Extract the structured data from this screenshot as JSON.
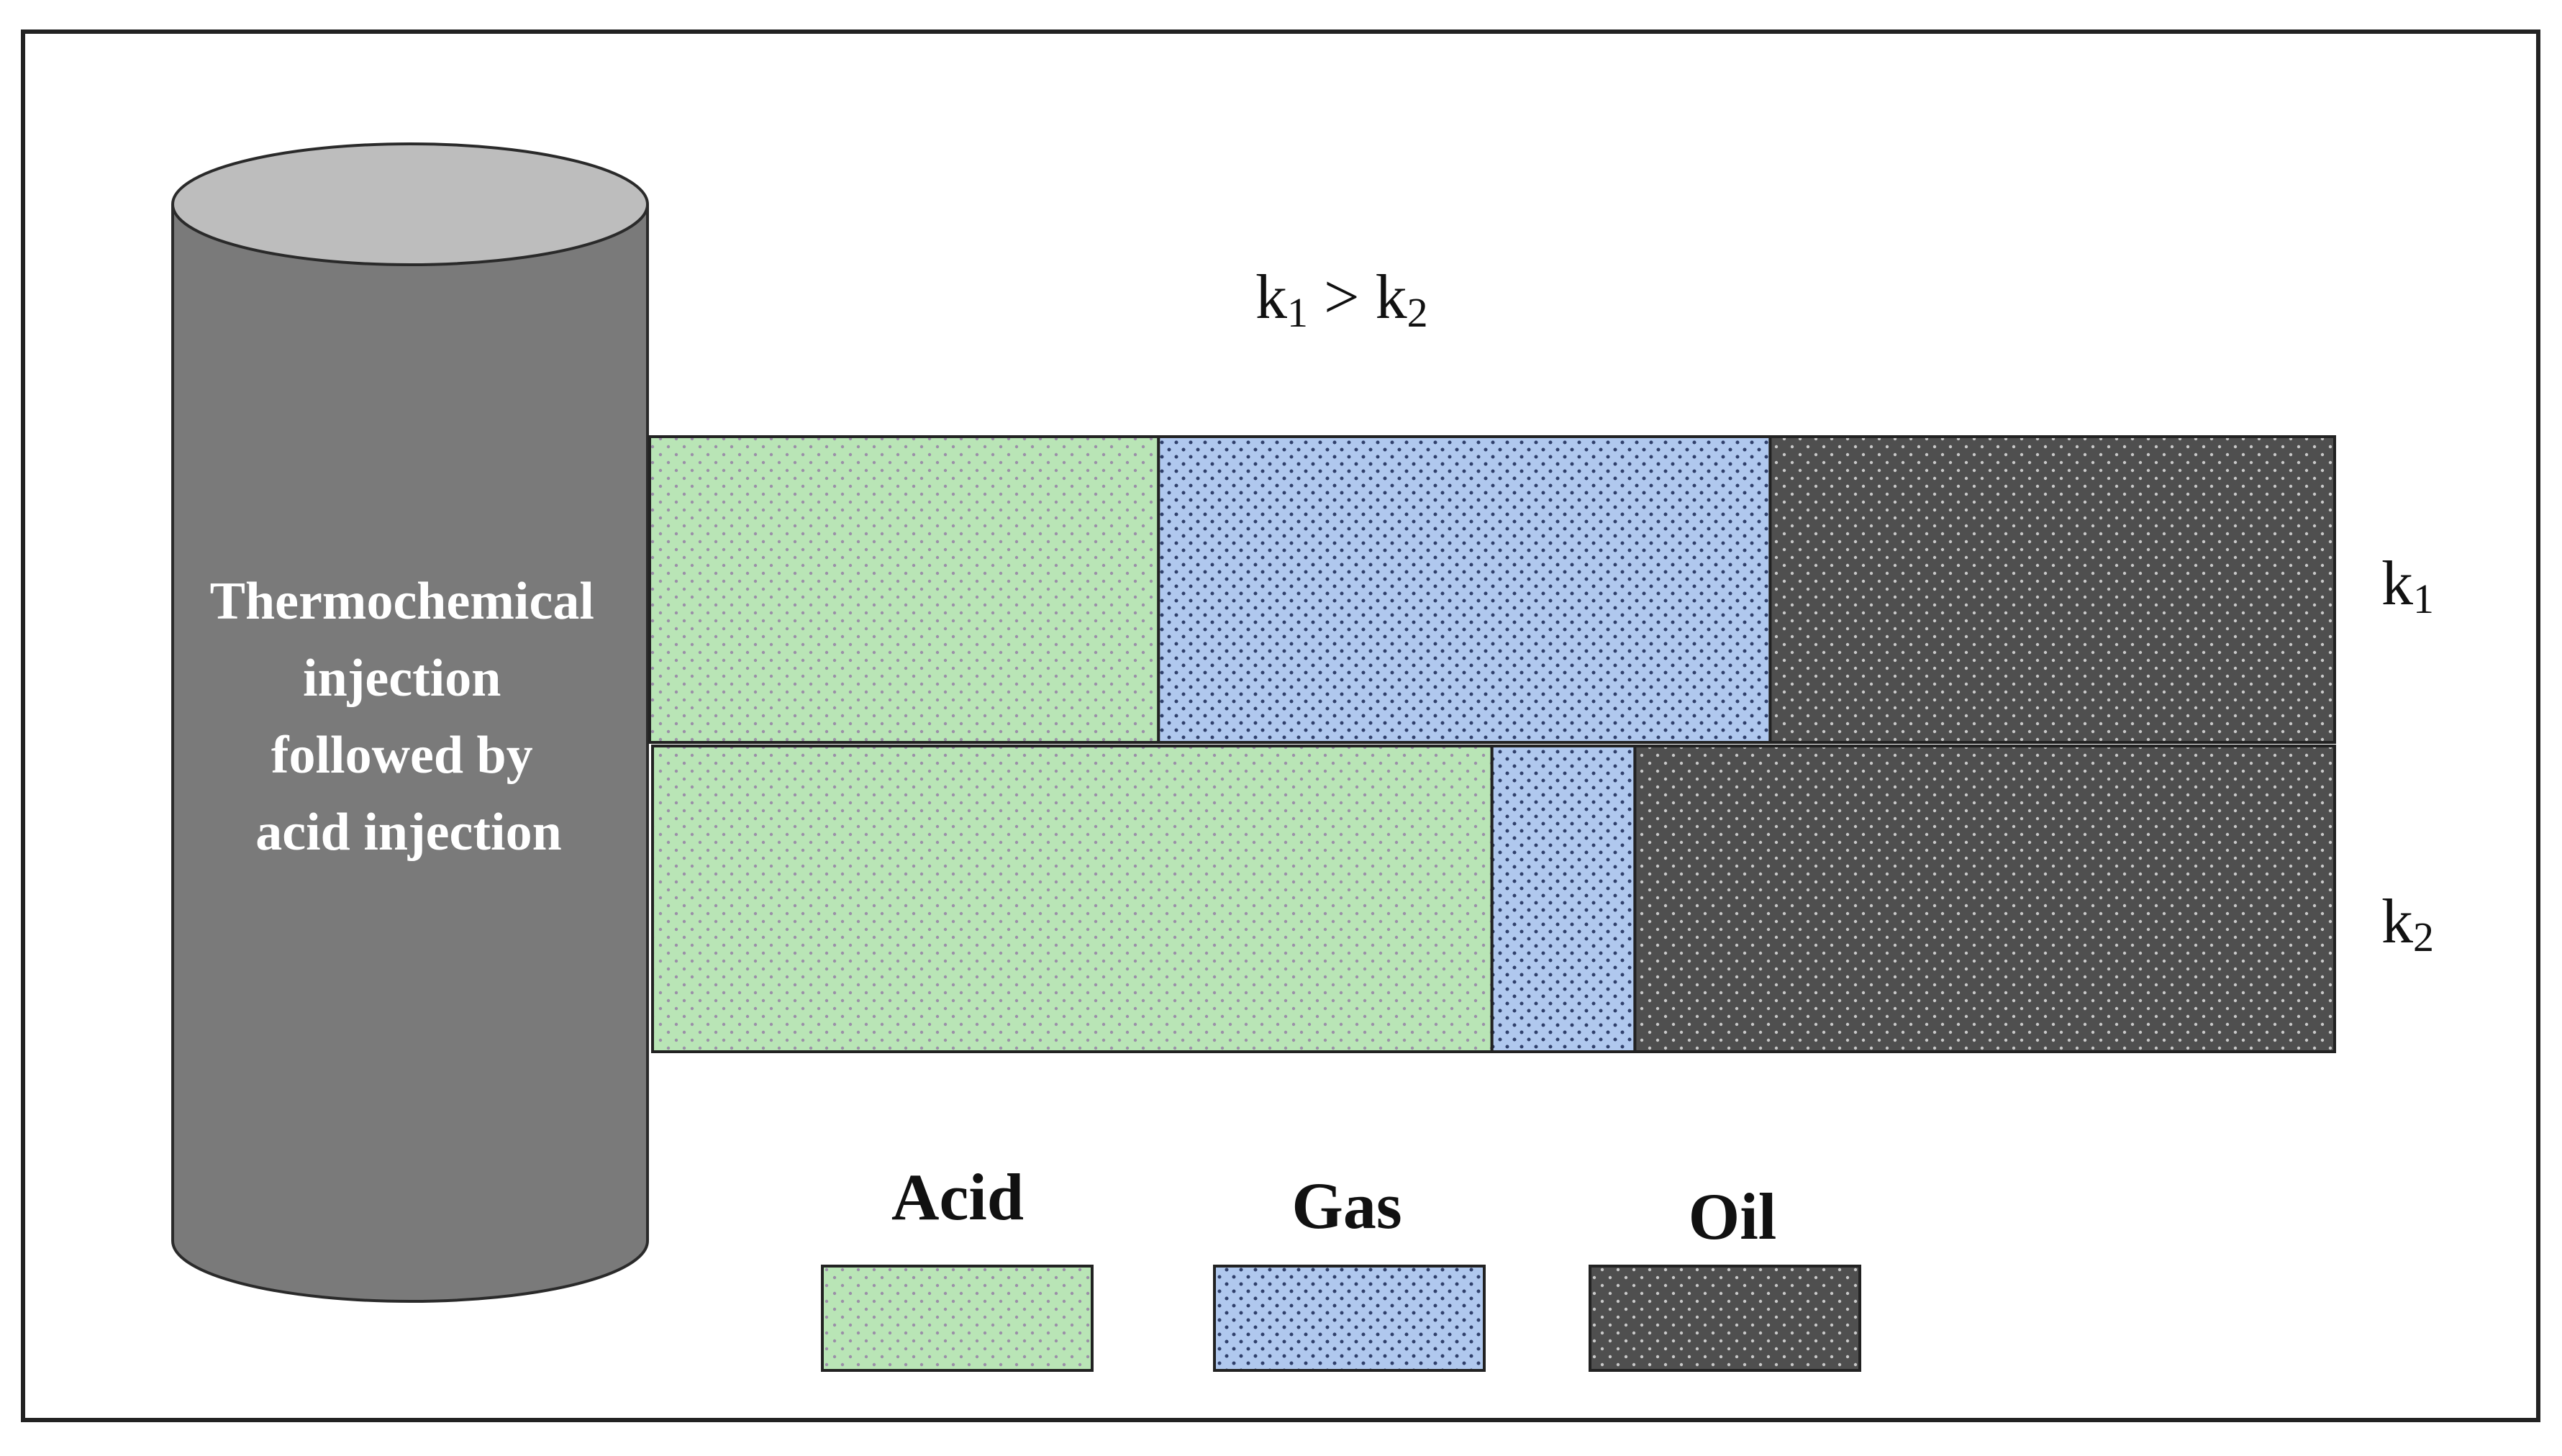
{
  "diagram": {
    "wellbore": {
      "caption_lines": [
        "Thermochemical",
        "injection",
        "followed by",
        "acid injection"
      ]
    },
    "header_relation": {
      "left_base": "k",
      "left_sub": "1",
      "operator": " > ",
      "right_base": "k",
      "right_sub": "2"
    },
    "layers": [
      {
        "label_base": "k",
        "label_sub": "1",
        "segments": [
          {
            "phase": "Acid",
            "fraction": 0.302
          },
          {
            "phase": "Gas",
            "fraction": 0.363
          },
          {
            "phase": "Oil",
            "fraction": 0.335
          }
        ]
      },
      {
        "label_base": "k",
        "label_sub": "2",
        "segments": [
          {
            "phase": "Acid",
            "fraction": 0.499
          },
          {
            "phase": "Gas",
            "fraction": 0.085
          },
          {
            "phase": "Oil",
            "fraction": 0.416
          }
        ]
      }
    ],
    "legend": [
      {
        "label": "Acid",
        "color": "#b9e5b6",
        "dot_color": "#9b8fa8"
      },
      {
        "label": "Gas",
        "color": "#b0c8ee",
        "dot_color": "#2f3f6a"
      },
      {
        "label": "Oil",
        "color": "#4f4f4f",
        "dot_color": "#c9c9c9"
      }
    ],
    "colors": {
      "wellbore_body": "#7a7a7a",
      "wellbore_top": "#bdbdbd",
      "frame": "#222222",
      "wellbore_text": "#ffffff"
    }
  }
}
